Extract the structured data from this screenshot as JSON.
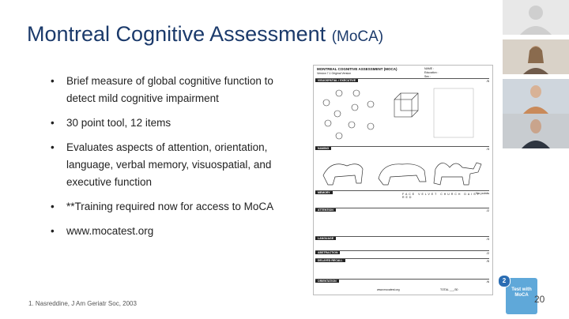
{
  "slide": {
    "title": "Montreal Cognitive Assessment",
    "title_suffix": "(MoCA)",
    "bullets": [
      "Brief measure of global cognitive function to detect mild cognitive impairment",
      "30 point tool, 12 items",
      "Evaluates aspects of attention, orientation, language, verbal memory, visuospatial, and executive function",
      "**Training required now for access to MoCA",
      "www.mocatest.org"
    ],
    "footnote": "1. Nasreddine, J Am Geriatr Soc, 2003",
    "page_number": "20"
  },
  "form": {
    "title": "MONTREAL COGNITIVE ASSESSMENT (MOCA)",
    "version": "Version 7.1 Original Version",
    "fields": "NAME :\nEducation :\nSex :",
    "sections": [
      {
        "label": "VISUOSPATIAL / EXECUTIVE",
        "points": "/5"
      },
      {
        "label": "NAMING",
        "points": "/3"
      },
      {
        "label": "MEMORY",
        "points": "No points"
      },
      {
        "label": "ATTENTION",
        "points": "/2"
      },
      {
        "label": "LANGUAGE",
        "points": "/3"
      },
      {
        "label": "ABSTRACTION",
        "points": "/2"
      },
      {
        "label": "DELAYED RECALL",
        "points": "/5"
      },
      {
        "label": "ORIENTATION",
        "points": "/6"
      }
    ],
    "memory_words": [
      "FACE",
      "VELVET",
      "CHURCH",
      "DAISY",
      "RED"
    ],
    "footer": "www.mocatest.org",
    "total": "TOTAL ___/30"
  },
  "video": {
    "badge_number": "2",
    "badge_text": "Test with MoCA"
  },
  "colors": {
    "title": "#1b3a6b",
    "badge": "#5fa8d9"
  }
}
